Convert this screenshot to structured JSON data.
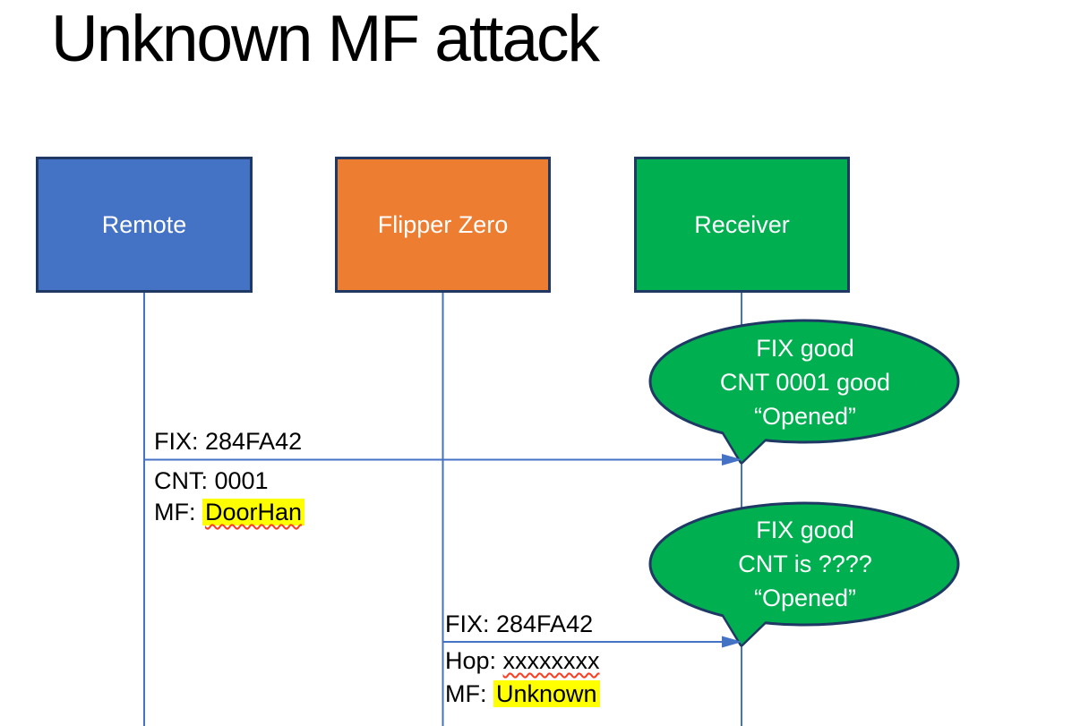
{
  "title": "Unknown MF attack",
  "actors": [
    {
      "label": "Remote",
      "fill": "#4472C4"
    },
    {
      "label": "Flipper Zero",
      "fill": "#ED7D31"
    },
    {
      "label": "Receiver",
      "fill": "#00B050"
    }
  ],
  "messages": [
    {
      "from": "Remote",
      "to": "Receiver",
      "label_above": "FIX: 284FA42",
      "below": [
        {
          "prefix": "CNT: ",
          "value": "0001"
        },
        {
          "prefix": "MF: ",
          "value": "DoorHan"
        }
      ]
    },
    {
      "from": "Flipper Zero",
      "to": "Receiver",
      "label_above": "FIX: 284FA42",
      "below": [
        {
          "prefix": "Hop: ",
          "value": "xxxxxxxx"
        },
        {
          "prefix": "MF: ",
          "value": "Unknown"
        }
      ]
    }
  ],
  "callouts": [
    {
      "lines": [
        "FIX good",
        "CNT 0001 good",
        "“Opened”"
      ]
    },
    {
      "lines": [
        "FIX good",
        "CNT is ????",
        "“Opened”"
      ]
    }
  ],
  "colors": {
    "remote_fill": "#4472C4",
    "flipper_fill": "#ED7D31",
    "receiver_fill": "#00B050",
    "callout_fill": "#00B050",
    "shape_border": "#1F3864",
    "line_blue": "#4472C4",
    "highlight_yellow": "#FFFF00",
    "spellcheck_red": "#FF3B1F",
    "text_on_fill": "#FFFFFF",
    "text_black": "#000000"
  }
}
